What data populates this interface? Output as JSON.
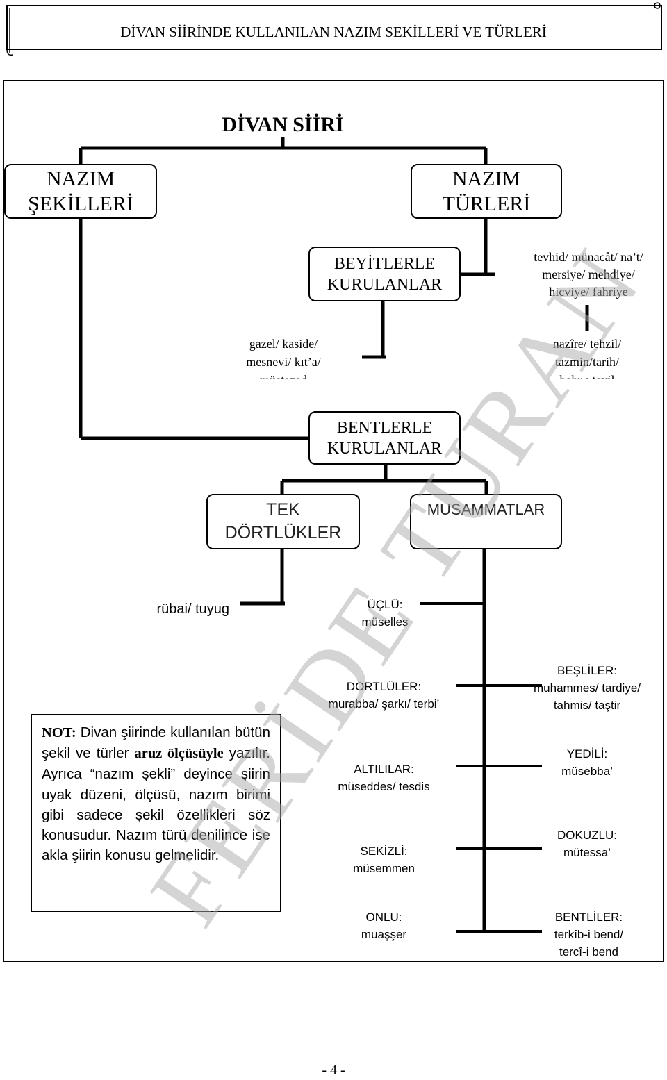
{
  "header": {
    "title": "DİVAN SİİRİNDE KULLANILAN NAZIM SEKİLLERİ VE TÜRLERİ"
  },
  "diagram": {
    "root": "DİVAN SİİRİ",
    "nazim_sekilleri": "NAZIM\nŞEKİLLERİ",
    "nazim_turleri": "NAZIM\nTÜRLERİ",
    "beyitlerle": "BEYİTLERLE\nKURULANLAR",
    "turler_1": "tevhid/ münacât/ na’t/\nmersiye/ mehdiye/\nhicviye/ fahriye",
    "beyit_sekilleri": "gazel/ kaside/\nmesnevi/ kıt’a/\nmüstezad",
    "turler_2": "nazîre/ tehzil/\ntazmin/tarih/\nbahr-ı tavil",
    "bentlerle": "BENTLERLE\nKURULANLAR",
    "tek_dortlukler": "TEK\nDÖRTLÜKLER",
    "musammatlar": "MUSAMMATLAR",
    "tek_dortluk_items": "rübai/ tuyug",
    "uclu": "ÜÇLÜ:\nmüselles",
    "dortluler": "DÖRTLÜLER:\nmurabba/ şarkı/ terbi’",
    "besliler": "BEŞLİLER:\nmuhammes/ tardiye/\ntahmis/ taştir",
    "altililar": "ALTILILAR:\nmüseddes/ tesdis",
    "yedili": "YEDİLİ:\nmüsebba’",
    "sekizli": "SEKİZLİ:\nmüsemmen",
    "dokuzlu": "DOKUZLU:\nmütessa’",
    "onlu": "ONLU:\nmuaşşer",
    "bentliler": "BENTLİLER:\nterkîb-i bend/\ntercî-i bend"
  },
  "note": {
    "label": "NOT:",
    "t1": " Divan şiirinde kullanılan bütün şekil ve türler ",
    "b1": "aruz ölçüsüyle",
    "t2": " yazılır. Ayrıca “nazım şekli” deyince şiirin uyak düzeni, ölçüsü, nazım birimi gibi sadece şekil özellikleri söz konusudur. Nazım türü denilince ise akla şiirin konusu gelmelidir."
  },
  "watermark": "FERİDE TURAN",
  "footer": {
    "page_number": "- 4 -"
  }
}
